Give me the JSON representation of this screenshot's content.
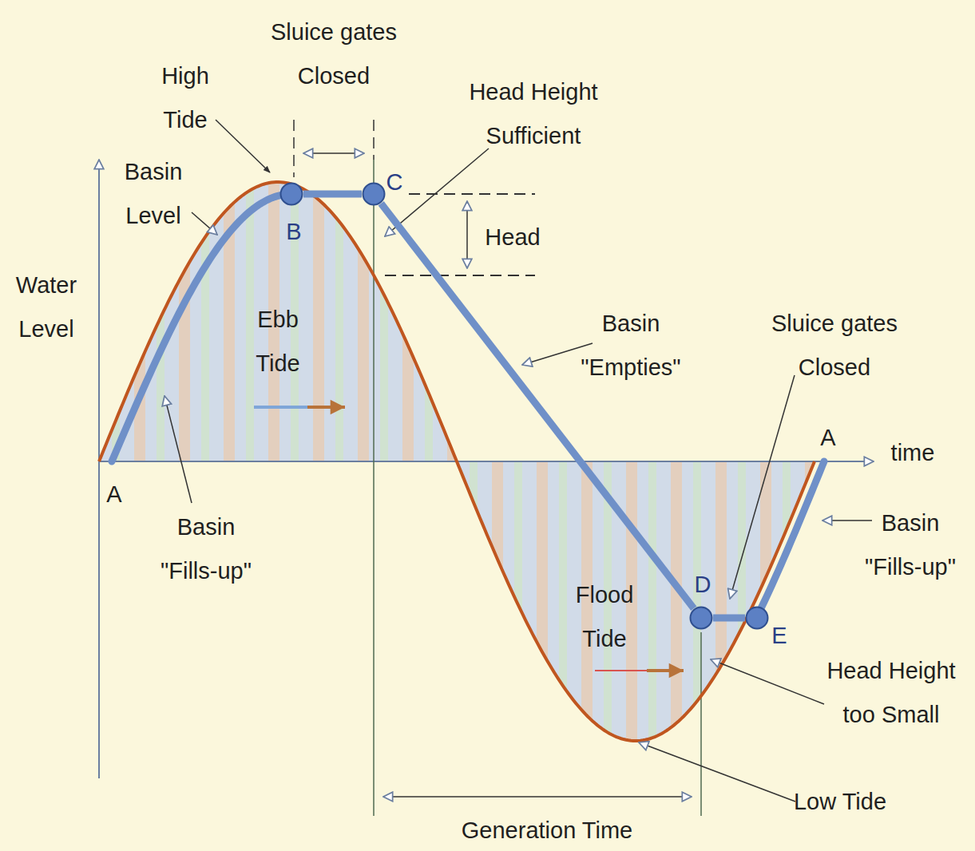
{
  "diagram": {
    "nodes": [
      {
        "text": [
          "B"
        ]
      },
      {
        "text": [
          "C"
        ]
      },
      {
        "text": [
          "D"
        ]
      },
      {
        "text": [
          "E"
        ]
      }
    ],
    "edges": [
      {
        "from": 0,
        "to": 1,
        "arrow": "none"
      },
      {
        "from": 1,
        "to": 2,
        "arrow": "none"
      },
      {
        "from": 2,
        "to": 3,
        "arrow": "none"
      }
    ],
    "labels": [
      "Sluice gates Closed",
      "High Tide",
      "Head Height Sufficient",
      "Basin Level",
      "Head",
      "Water Level",
      "Ebb Tide",
      "Basin \"Empties\"",
      "Sluice gates Closed",
      "A",
      "time",
      "A",
      "Basin \"Fills-up\"",
      "Basin \"Fills-up\"",
      "Flood Tide",
      "Head Height too Small",
      "Low Tide",
      "Generation Time"
    ]
  }
}
